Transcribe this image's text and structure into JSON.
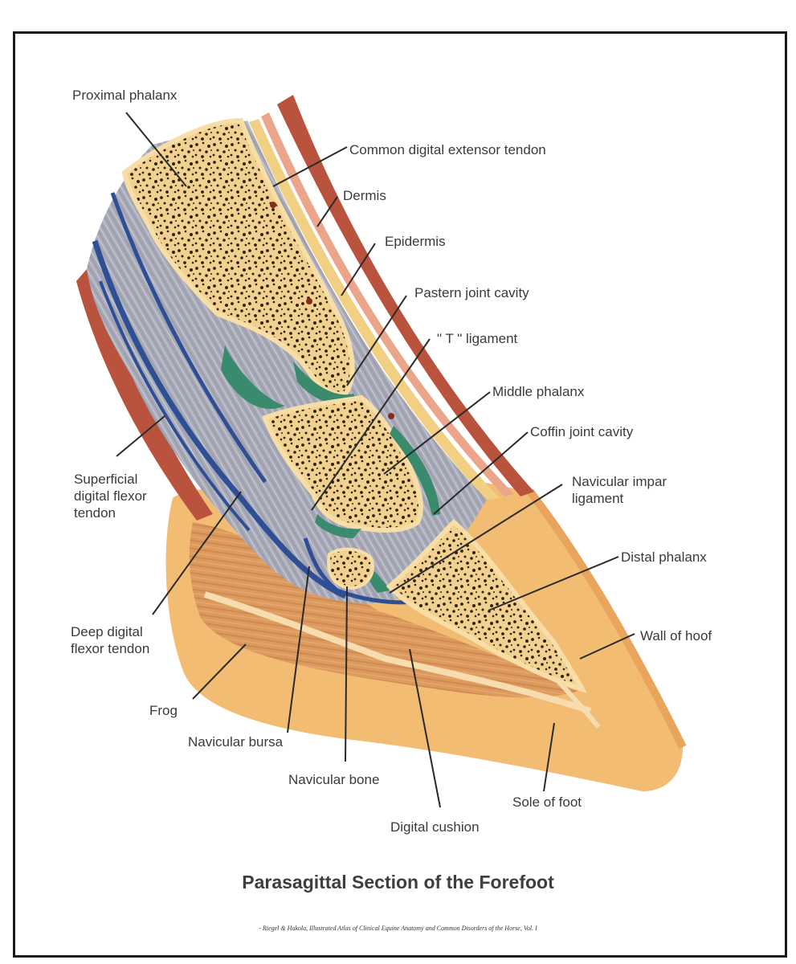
{
  "labels": {
    "proximal_phalanx": "Proximal phalanx",
    "common_digital_extensor_tendon": "Common digital extensor tendon",
    "dermis": "Dermis",
    "epidermis": "Epidermis",
    "pastern_joint_cavity": "Pastern joint  cavity",
    "t_ligament": "\" T \" ligament",
    "middle_phalanx": "Middle phalanx",
    "coffin_joint_cavity": "Coffin joint cavity",
    "navicular_impar_ligament": "Navicular impar\nligament",
    "superficial_digital_flexor_tendon": "Superficial\ndigital flexor\ntendon",
    "distal_phalanx": "Distal phalanx",
    "wall_of_hoof": "Wall of hoof",
    "deep_digital_flexor_tendon": "Deep digital\nflexor tendon",
    "frog": "Frog",
    "navicular_bursa": "Navicular bursa",
    "navicular_bone": "Navicular bone",
    "sole_of_foot": "Sole of  foot",
    "digital_cushion": "Digital cushion"
  },
  "title": "Parasagittal Section of the Forefoot",
  "source": "- Riegel & Hakola, Illustrated Atlas of Clinical Equine Anatomy and Common Disorders of the Horse, Vol. I",
  "colors": {
    "hoof": "#f2bd73",
    "hoof_dark": "#e9a55b",
    "cushion": "#dd9a5e",
    "bone_base": "#f1d090",
    "bone_speckle": "#2d2216",
    "tendon": "#a8aab8",
    "tendon_blue": "#2f4f95",
    "joint_green": "#3a8a6e",
    "skin_red": "#b9533d",
    "epidermis_yellow": "#f1d084",
    "dermis_pink": "#eba58a",
    "leader_line": "#2a2a2a"
  }
}
